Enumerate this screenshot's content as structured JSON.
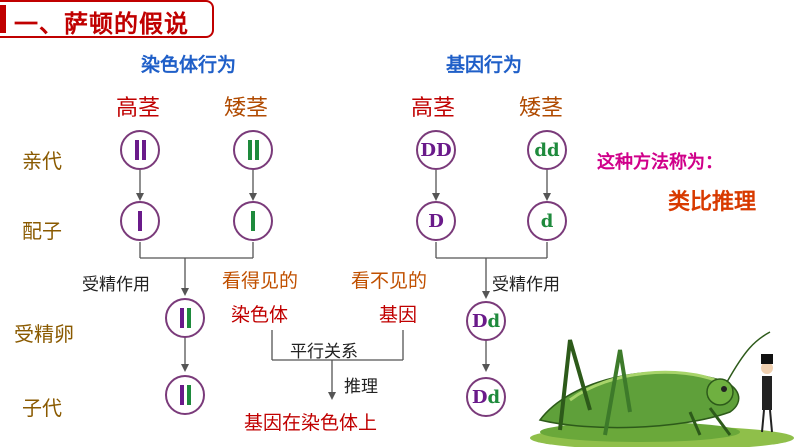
{
  "title": "一、萨顿的假说",
  "chromosome_header": "染色体行为",
  "gene_header": "基因行为",
  "phenotypes": {
    "tall": "高茎",
    "short": "矮茎"
  },
  "row_labels": {
    "parent": "亲代",
    "gamete": "配子",
    "zygote": "受精卵",
    "offspring": "子代"
  },
  "genes": {
    "parent_tall": "DD",
    "parent_short": "dd",
    "gamete_tall": "D",
    "gamete_short": "d",
    "zygote": "Dd",
    "offspring": "Dd"
  },
  "fertilization_label": "受精作用",
  "visible_label": "看得见的",
  "chromosome_label": "染色体",
  "invisible_label": "看不见的",
  "gene_label": "基因",
  "parallel_label": "平行关系",
  "inference_label": "推理",
  "conclusion": "基因在染色体上",
  "method_question": "这种方法称为：",
  "method_answer": "类比推理",
  "colors": {
    "title": "#c00000",
    "header": "#1f5fc8",
    "purple": "#6a1a8a",
    "green": "#1e8a3c",
    "method": "#d83a00",
    "question": "#d0008a"
  }
}
